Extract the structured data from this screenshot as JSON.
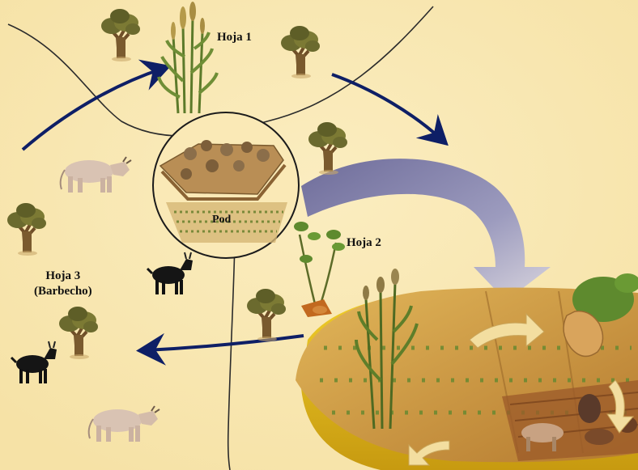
{
  "labels": {
    "hoja1": "Hoja 1",
    "hoja2": "Hoja 2",
    "hoja3_line1": "Hoja 3",
    "hoja3_line2": "(Barbecho)",
    "pod": "Pod"
  },
  "colors": {
    "background": "#FAE9B6",
    "arrow": "#0E1F66",
    "big_arrow": "#8A88AD",
    "boundary_line": "#2B2B2B",
    "field": "#D4A64A",
    "tree_foliage": "#6B6A2E",
    "tree_trunk": "#7A5A2E"
  },
  "icons": [
    "tree-icon",
    "millet-icon",
    "village-icon",
    "cow-icon",
    "goat-icon",
    "peanut-plant-icon",
    "peanut-icon",
    "sorghum-icon",
    "curved-arrow-icon"
  ]
}
